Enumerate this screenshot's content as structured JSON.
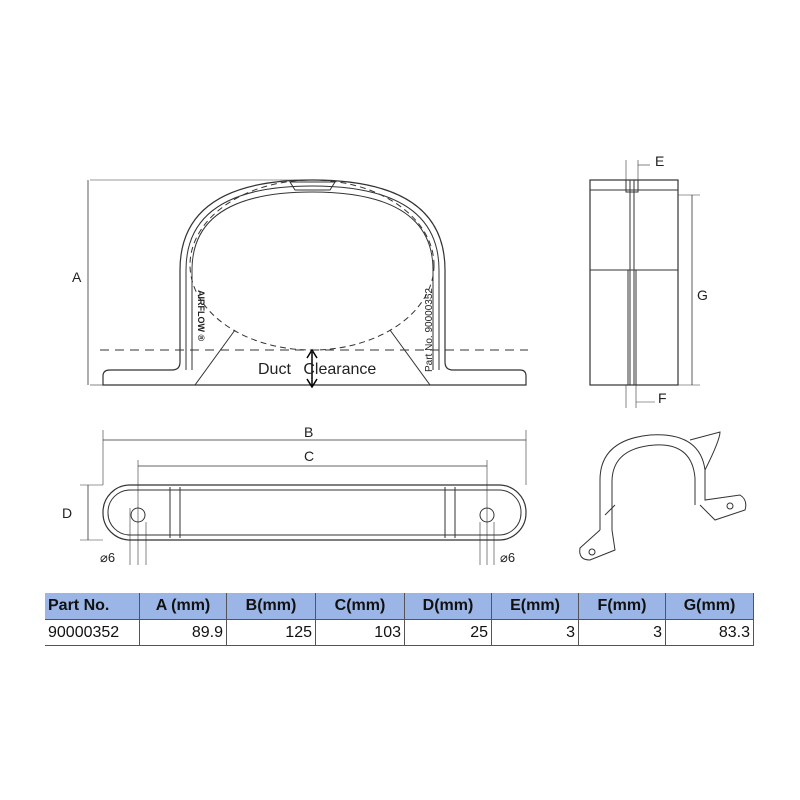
{
  "drawing": {
    "labels": {
      "A": "A",
      "B": "B",
      "C": "C",
      "D": "D",
      "E": "E",
      "F": "F",
      "G": "G"
    },
    "hole_left": "⌀6",
    "hole_right": "⌀6",
    "duct_clearance": "Duct Clearance",
    "brand_stamp": "AIRFLOW ®",
    "part_stamp": "Part No. 90000352"
  },
  "table": {
    "headers": [
      "Part No.",
      "A (mm)",
      "B(mm)",
      "C(mm)",
      "D(mm)",
      "E(mm)",
      "F(mm)",
      "G(mm)"
    ],
    "rows": [
      [
        "90000352",
        "89.9",
        "125",
        "103",
        "25",
        "3",
        "3",
        "83.3"
      ]
    ],
    "header_color": "#9ab5e6"
  }
}
